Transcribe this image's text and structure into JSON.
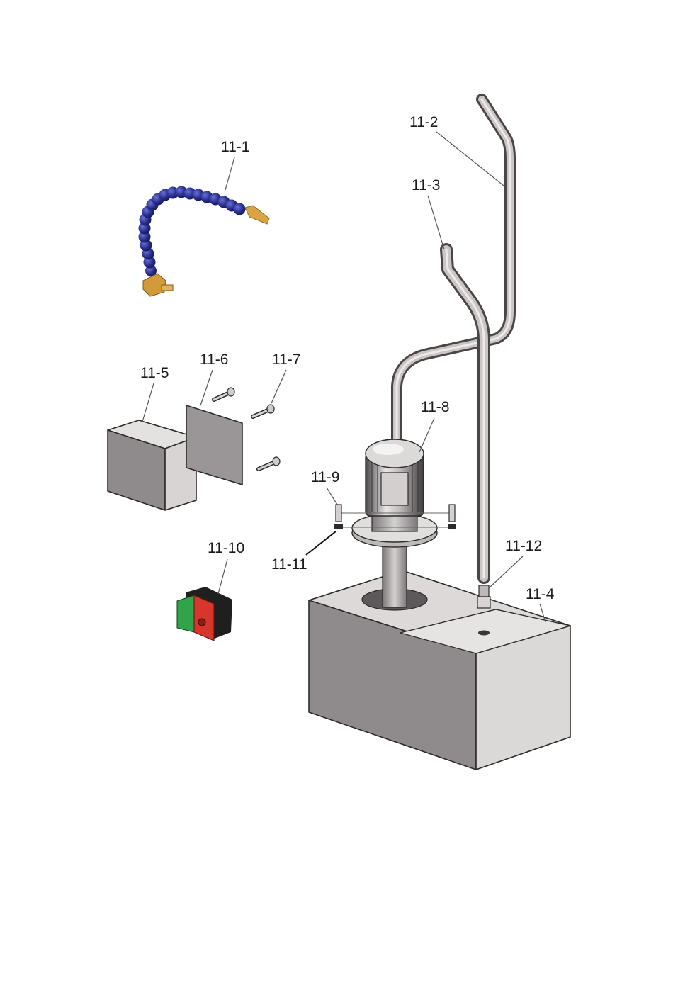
{
  "labels": {
    "p11_1": "11-1",
    "p11_2": "11-2",
    "p11_3": "11-3",
    "p11_4": "11-4",
    "p11_5": "11-5",
    "p11_6": "11-6",
    "p11_7": "11-7",
    "p11_8": "11-8",
    "p11_9": "11-9",
    "p11_10": "11-10",
    "p11_11": "11-11",
    "p11_12": "11-12"
  },
  "colors": {
    "hose_blue": "#2a2f8f",
    "hose_highlight": "#5b63c9",
    "nozzle_brass": "#d9a441",
    "metal_light": "#d8d5d5",
    "metal_mid": "#a8a3a4",
    "metal_dark": "#7d7879",
    "switch_green": "#2fa44a",
    "switch_red": "#d6362b"
  }
}
